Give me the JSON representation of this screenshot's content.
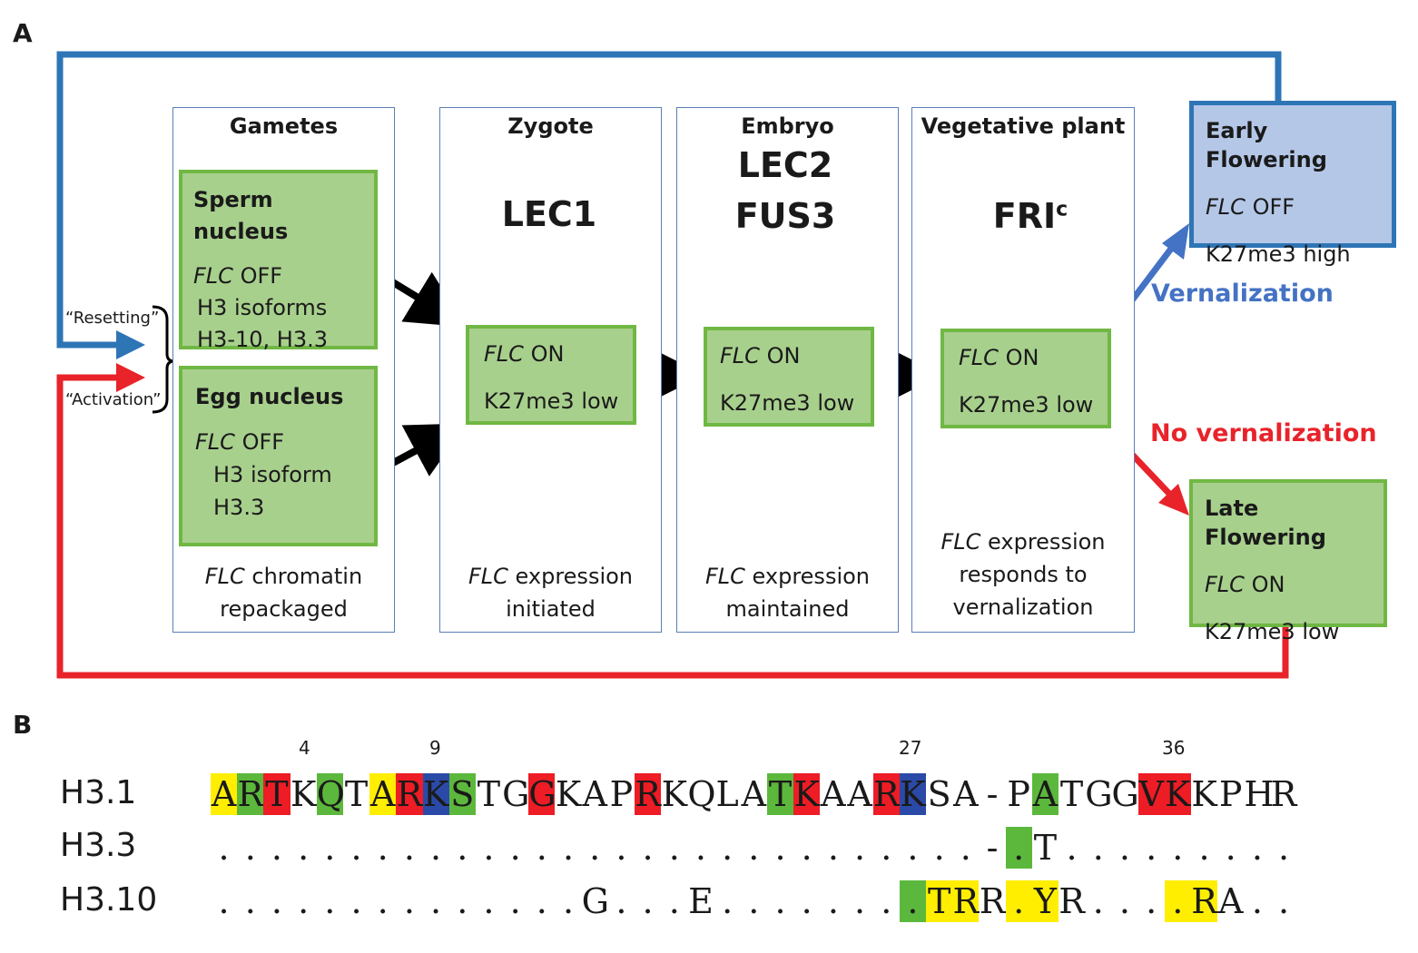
{
  "panels": {
    "a": "A",
    "b": "B"
  },
  "stages": [
    {
      "title": "Gametes",
      "foot1": "chromatin",
      "foot1_italic": "FLC",
      "foot2": "repackaged"
    },
    {
      "title": "Zygote",
      "foot1": "expression",
      "foot1_italic": "FLC",
      "foot2": "initiated"
    },
    {
      "title": "Embryo",
      "foot1": "expression",
      "foot1_italic": "FLC",
      "foot2": "maintained"
    },
    {
      "title": "Vegetative plant",
      "foot1": "expression",
      "foot1_italic": "FLC",
      "foot2": "responds to",
      "foot3": "vernalization"
    }
  ],
  "sperm": {
    "title": "Sperm nucleus",
    "flc": "FLC",
    "state": "OFF",
    "line2": "H3 isoforms",
    "line3": "H3-10, H3.3"
  },
  "egg": {
    "title": "Egg nucleus",
    "flc": "FLC",
    "state": "OFF",
    "line2": "H3 isoform",
    "line3": "H3.3"
  },
  "factors": {
    "zygote": "LEC1",
    "embryo1": "LEC2",
    "embryo2": "FUS3",
    "veg": "FRI",
    "veg_sup": "c"
  },
  "state_boxes": [
    {
      "flc": "FLC",
      "state": "ON",
      "mark": "K27me3 low"
    },
    {
      "flc": "FLC",
      "state": "ON",
      "mark": "K27me3 low"
    },
    {
      "flc": "FLC",
      "state": "ON",
      "mark": "K27me3 low"
    }
  ],
  "early": {
    "title": "Early Flowering",
    "flc": "FLC",
    "state": "OFF",
    "mark": "K27me3 high"
  },
  "late": {
    "title": "Late Flowering",
    "flc": "FLC",
    "state": "ON",
    "mark": "K27me3 low"
  },
  "labels": {
    "vernalization": "Vernalization",
    "no_vernalization": "No vernalization",
    "resetting": "“Resetting”",
    "activation": "“Activation”"
  },
  "colors": {
    "blue": "#2e75b6",
    "red": "#e8232a",
    "green_fill": "#a8d08d",
    "green_border": "#70b844",
    "arrow_yellow": "#ffc000",
    "vern_blue": "#4472c4",
    "hl_yellow": "#ffee00",
    "hl_green": "#5cb83c",
    "hl_red": "#ee1c24",
    "hl_blue": "#2b4aa8"
  },
  "sequence": {
    "positions": [
      "4",
      "9",
      "27",
      "36"
    ],
    "rows": [
      {
        "name": "H3.1",
        "seq": "ARTKQTARKSTGGKAPRKQLATKAARKSA-PATGGVKKPHR"
      },
      {
        "name": "H3.3",
        "seq": ".............................-.T........."
      },
      {
        "name": "H3.10",
        "seq": "..............G...E........TRR.YR....RA.."
      }
    ]
  }
}
